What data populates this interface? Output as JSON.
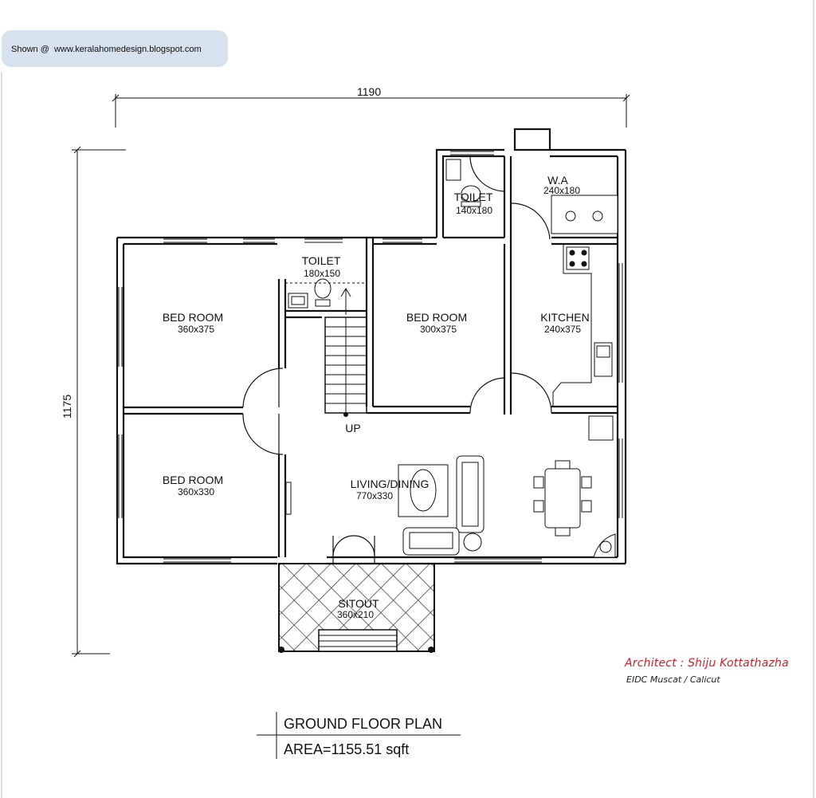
{
  "watermark": {
    "prefix": "Shown @",
    "site": "www.keralahomedesign.blogspot.com"
  },
  "dimensions": {
    "width": "1190",
    "height": "1175"
  },
  "rooms": [
    {
      "name": "BED ROOM",
      "size": "360x375"
    },
    {
      "name": "TOILET",
      "size": "180x150"
    },
    {
      "name": "BED ROOM",
      "size": "300x375"
    },
    {
      "name": "TOILET",
      "size": "140x180"
    },
    {
      "name": "W.A",
      "size": "240x180"
    },
    {
      "name": "KITCHEN",
      "size": "240x375"
    },
    {
      "name": "BED ROOM",
      "size": "360x330"
    },
    {
      "name": "LIVING/DINING",
      "size": "770x330"
    },
    {
      "name": "SITOUT",
      "size": "360x210"
    }
  ],
  "stair": {
    "label": "UP"
  },
  "architect": {
    "name": "Architect : Shiju Kottathazha",
    "office": "EIDC Muscat / Calicut",
    "color": "#cc1f2a"
  },
  "plan": {
    "title": "GROUND FLOOR PLAN",
    "area": "AREA=1155.51 sqft"
  }
}
